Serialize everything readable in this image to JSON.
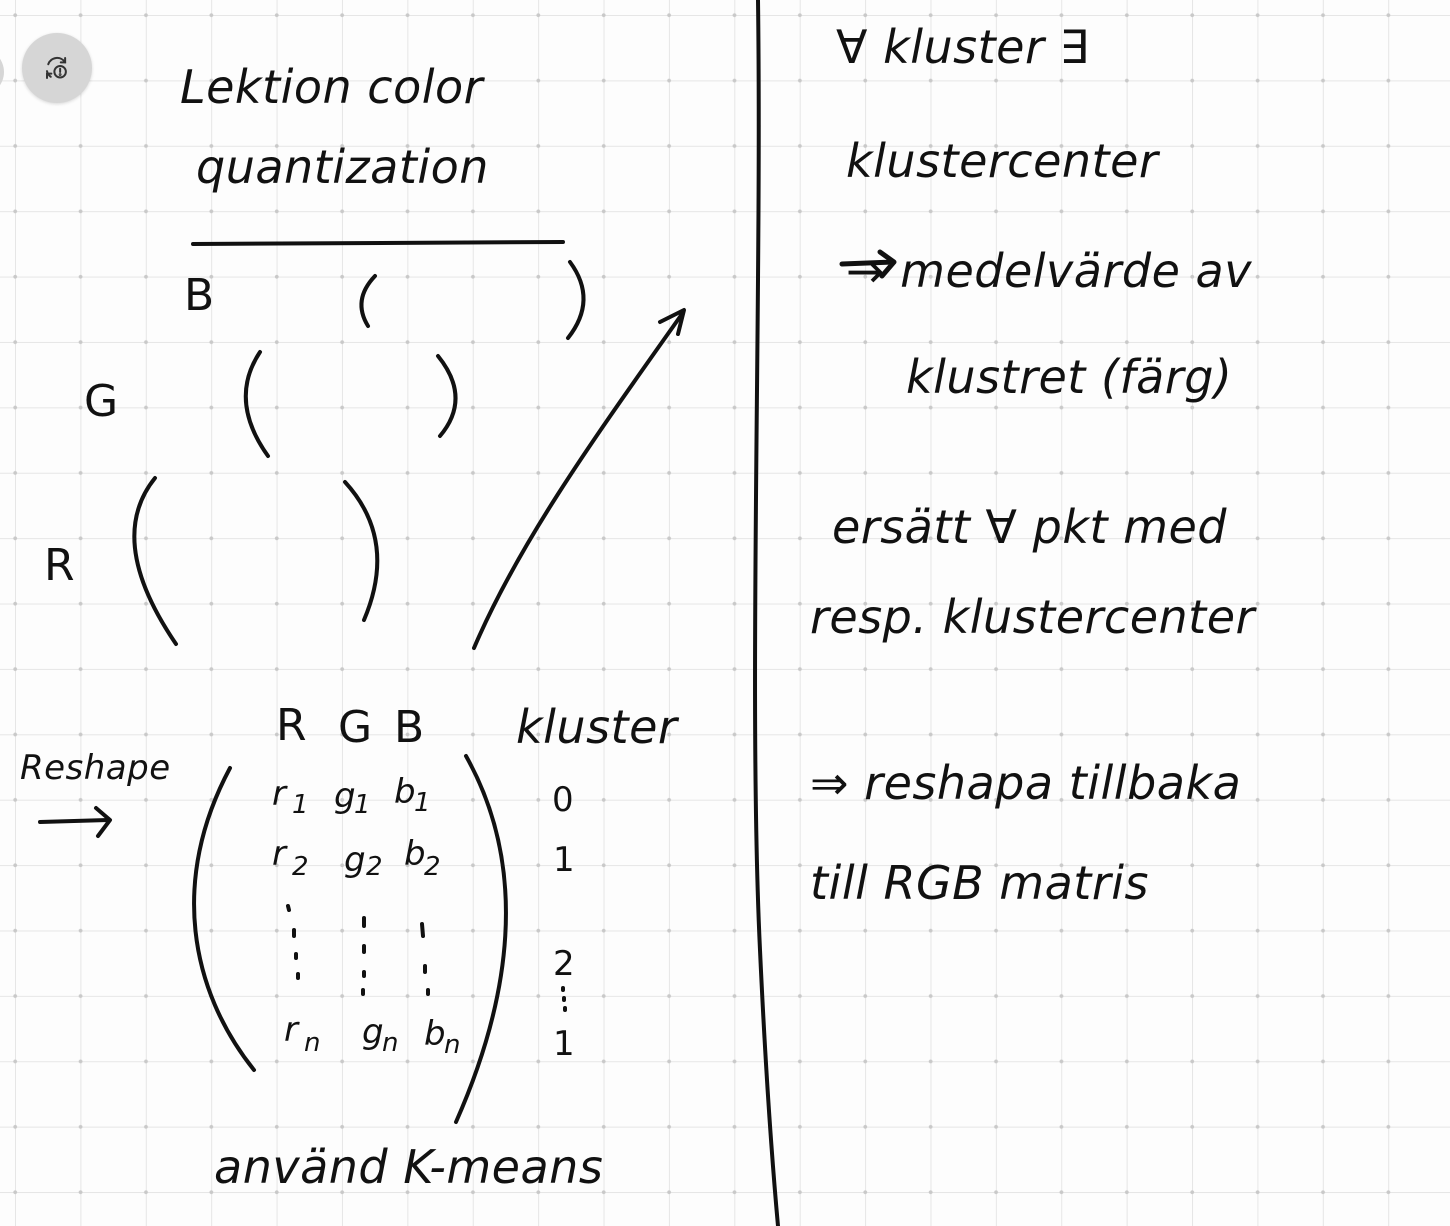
{
  "toolbar": {
    "history_icon": "history-restore-icon"
  },
  "left": {
    "title_line1": "Lektion color",
    "title_line2": "quantization",
    "channel_b": "B",
    "channel_g": "G",
    "channel_r": "R",
    "reshape_label": "Reshape",
    "matrix_headers": [
      "R",
      "G",
      "B"
    ],
    "cluster_header": "kluster",
    "rows": [
      [
        "r",
        "1",
        "g",
        "1",
        "b",
        "1"
      ],
      [
        "r",
        "2",
        "g",
        "2",
        "b",
        "2"
      ],
      [
        "r",
        "n",
        "g",
        "n",
        "b",
        "n"
      ]
    ],
    "cluster_values": [
      "0",
      "1",
      "2",
      "1"
    ],
    "footer": "använd K-means"
  },
  "right": {
    "line1": "∀ kluster ∃",
    "line2": "klustercenter",
    "line3": "→ medelvärde av",
    "line4": "klustret (färg)",
    "line5": "ersätt ∀ pkt med",
    "line6": "resp. klustercenter",
    "line7": "⇒ reshapa tillbaka",
    "line8": "till RGB matris"
  }
}
